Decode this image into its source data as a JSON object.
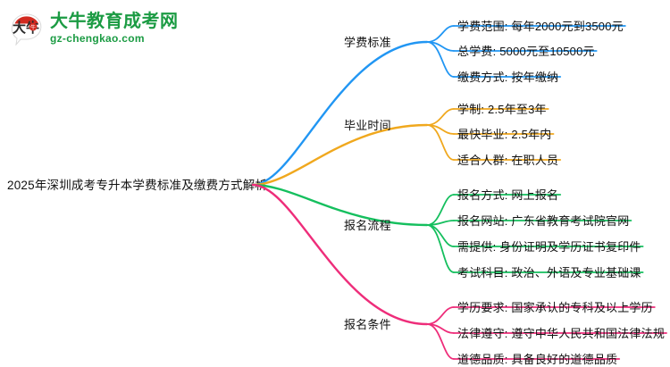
{
  "logo": {
    "mark_icon": "speech-bubble-logo-icon",
    "title": "大牛教育成考网",
    "url": "gz-chengkao.com",
    "brand_green": "#1b9b43",
    "brand_red": "#d22a20"
  },
  "mindmap": {
    "root": "2025年深圳成考专升本学费标准及缴费方式解析",
    "branches": [
      {
        "label": "学费标准",
        "color": "#2196f3",
        "items": [
          "学费范围: 每年2000元到3500元",
          "总学费: 5000元至10500元",
          "缴费方式: 按年缴纳"
        ]
      },
      {
        "label": "毕业时间",
        "color": "#f0a81e",
        "items": [
          "学制: 2.5年至3年",
          "最快毕业: 2.5年内",
          "适合人群: 在职人员"
        ]
      },
      {
        "label": "报名流程",
        "color": "#15bf5e",
        "items": [
          "报名方式: 网上报名",
          "报名网站: 广东省教育考试院官网",
          "需提供: 身份证明及学历证书复印件",
          "考试科目: 政治、外语及专业基础课"
        ]
      },
      {
        "label": "报名条件",
        "color": "#ee2d7a",
        "items": [
          "学历要求: 国家承认的专科及以上学历",
          "法律遵守: 遵守中华人民共和国法律法规",
          "道德品质: 具备良好的道德品质"
        ]
      }
    ]
  }
}
